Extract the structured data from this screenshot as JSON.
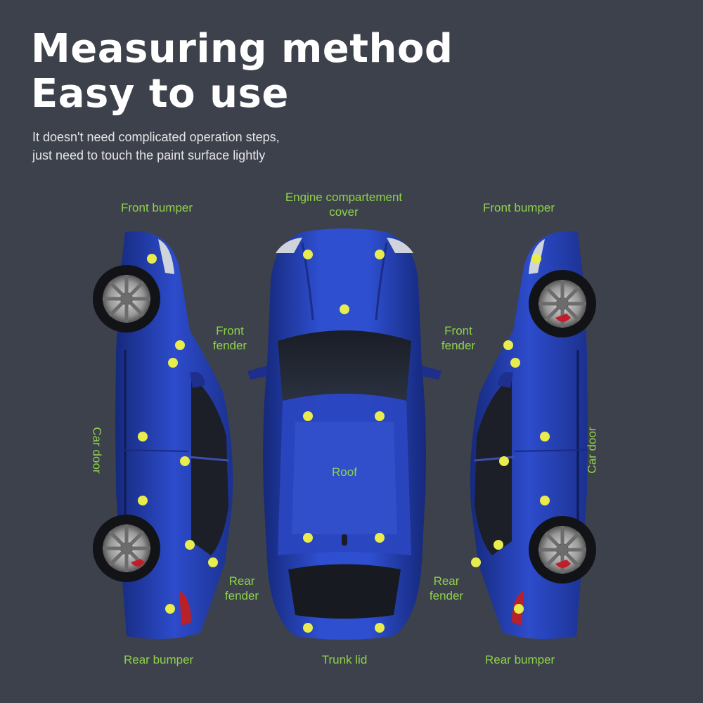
{
  "header": {
    "title_line1": "Measuring method",
    "title_line2": "Easy to use",
    "subtitle_line1": "It doesn't need complicated operation steps,",
    "subtitle_line2": "just need to touch the paint surface lightly"
  },
  "labels": {
    "front_bumper_left": "Front bumper",
    "front_bumper_right": "Front bumper",
    "engine_cover_line1": "Engine compartement",
    "engine_cover_line2": "cover",
    "front_fender_left_line1": "Front",
    "front_fender_left_line2": "fender",
    "front_fender_right_line1": "Front",
    "front_fender_right_line2": "fender",
    "car_door_left": "Car door",
    "car_door_right": "Car door",
    "roof": "Roof",
    "rear_fender_left_line1": "Rear",
    "rear_fender_left_line2": "fender",
    "rear_fender_right_line1": "Rear",
    "rear_fender_right_line2": "fender",
    "rear_bumper_left": "Rear bumper",
    "rear_bumper_right": "Rear bumper",
    "trunk_lid": "Trunk lid"
  },
  "colors": {
    "background": "#3d414c",
    "label": "#8fd24a",
    "dot": "#e8ec4c",
    "car_body": "#2443b8"
  }
}
